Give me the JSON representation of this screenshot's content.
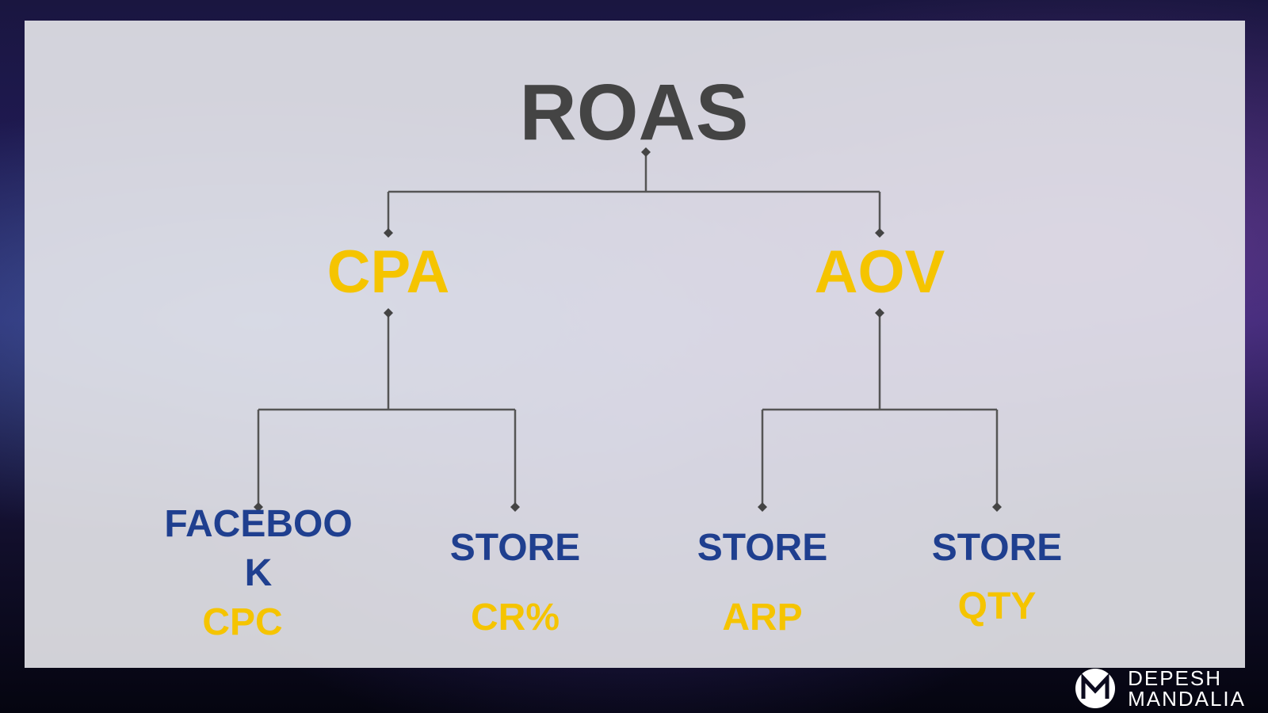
{
  "diagram": {
    "root": "ROAS",
    "branches": [
      {
        "label": "CPA",
        "children": [
          {
            "top": "FACEBOO",
            "top2": "K",
            "sub": "CPC"
          },
          {
            "top": "STORE",
            "sub": "CR%"
          }
        ]
      },
      {
        "label": "AOV",
        "children": [
          {
            "top": "STORE",
            "sub": "ARP"
          },
          {
            "top": "STORE",
            "sub": "QTY"
          }
        ]
      }
    ]
  },
  "brand": {
    "line1": "DEPESH",
    "line2": "MANDALIA"
  },
  "colors": {
    "root": "#444444",
    "accent": "#f5c400",
    "leaf": "#1f3f8f",
    "connector": "#555555"
  }
}
